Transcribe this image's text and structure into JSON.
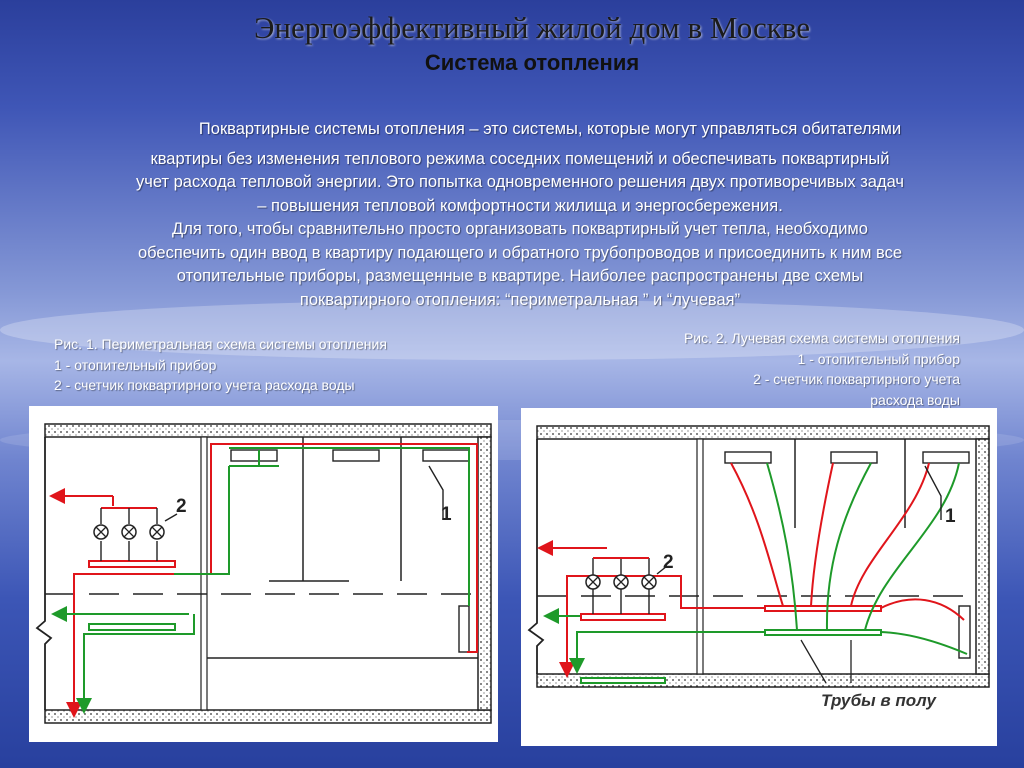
{
  "slide": {
    "title": "Энергоэффективный жилой дом в Москве",
    "subtitle": "Система отопления",
    "paragraph_lines": [
      "Поквартирные системы отопления – это системы, которые могут управляться обитателями",
      "квартиры без изменения теплового режима соседних помещений и обеспечивать поквартирный",
      "учет расхода тепловой энергии. Это попытка одновременного решения двух противоречивых задач",
      "– повышения тепловой комфортности жилища и энергосбережения.",
      "Для того, чтобы сравнительно просто организовать поквартирный учет тепла, необходимо",
      "обеспечить один ввод в квартиру подающего и обратного трубопроводов и присоединить к ним все",
      "отопительные приборы, размещенные в квартире. Наиболее распространены две схемы",
      "поквартирного отопления: “периметральная ” и “лучевая”"
    ]
  },
  "figure1": {
    "caption_prefix": "Рис. 1.",
    "caption_title": " Периметральная схема системы отопления",
    "legend_1": "1 - отопительный прибор",
    "legend_2": "2 - счетчик поквартирного учета расхода воды",
    "label_1": "1",
    "label_2": "2"
  },
  "figure2": {
    "caption_title": "Рис. 2. Лучевая схема системы отопления",
    "legend_1": "1 - отопительный прибор",
    "legend_2_line1": "2 - счетчик поквартирного учета",
    "legend_2_line2": "расхода воды",
    "label_1": "1",
    "label_2": "2",
    "floor_label": "Трубы в полу"
  },
  "colors": {
    "supply_pipe": "#e0151b",
    "return_pipe": "#1e9a2a",
    "wall": "#222222"
  }
}
